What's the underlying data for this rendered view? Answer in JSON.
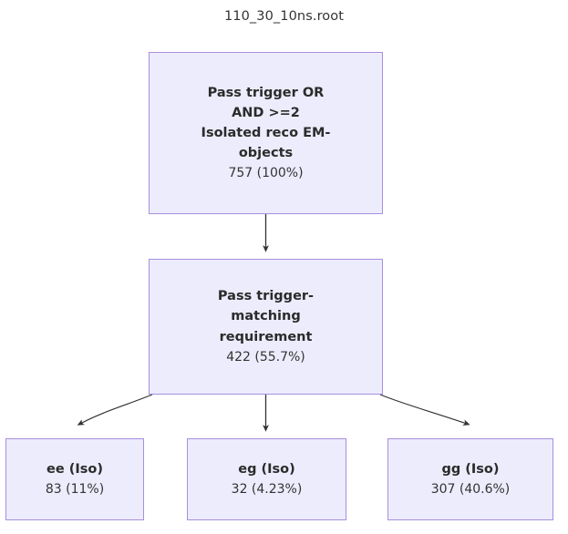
{
  "graph": {
    "title": "110_30_10ns.root",
    "colors": {
      "node_fill": "#ececfd",
      "node_border": "#a88fdd",
      "text": "#2b2b2b",
      "count_text": "#333333",
      "edge": "#333333",
      "background": "#ffffff"
    },
    "nodes": [
      {
        "id": "root",
        "label": "Pass trigger OR\nAND >=2\nIsolated reco EM-\nobjects",
        "count": "757 (100%)"
      },
      {
        "id": "match",
        "label": "Pass trigger-\nmatching\nrequirement",
        "count": "422 (55.7%)"
      },
      {
        "id": "ee",
        "label": "ee (Iso)",
        "count": "83 (11%)"
      },
      {
        "id": "eg",
        "label": "eg (Iso)",
        "count": "32 (4.23%)"
      },
      {
        "id": "gg",
        "label": "gg (Iso)",
        "count": "307 (40.6%)"
      }
    ],
    "edges": [
      {
        "from": "root",
        "to": "ee_parent",
        "style": "straight"
      },
      {
        "from": "match",
        "to": "ee",
        "style": "curved-left"
      },
      {
        "from": "match",
        "to": "eg",
        "style": "straight"
      },
      {
        "from": "match",
        "to": "gg",
        "style": "curved-right"
      }
    ]
  },
  "chart_data": {
    "type": "table",
    "title": "110_30_10ns.root",
    "categories": [
      "Pass trigger OR AND >=2 Isolated reco EM-objects",
      "Pass trigger-matching requirement",
      "ee (Iso)",
      "eg (Iso)",
      "gg (Iso)"
    ],
    "values": [
      757,
      422,
      83,
      32,
      307
    ],
    "percents": [
      "100%",
      "55.7%",
      "11%",
      "4.23%",
      "40.6%"
    ]
  }
}
